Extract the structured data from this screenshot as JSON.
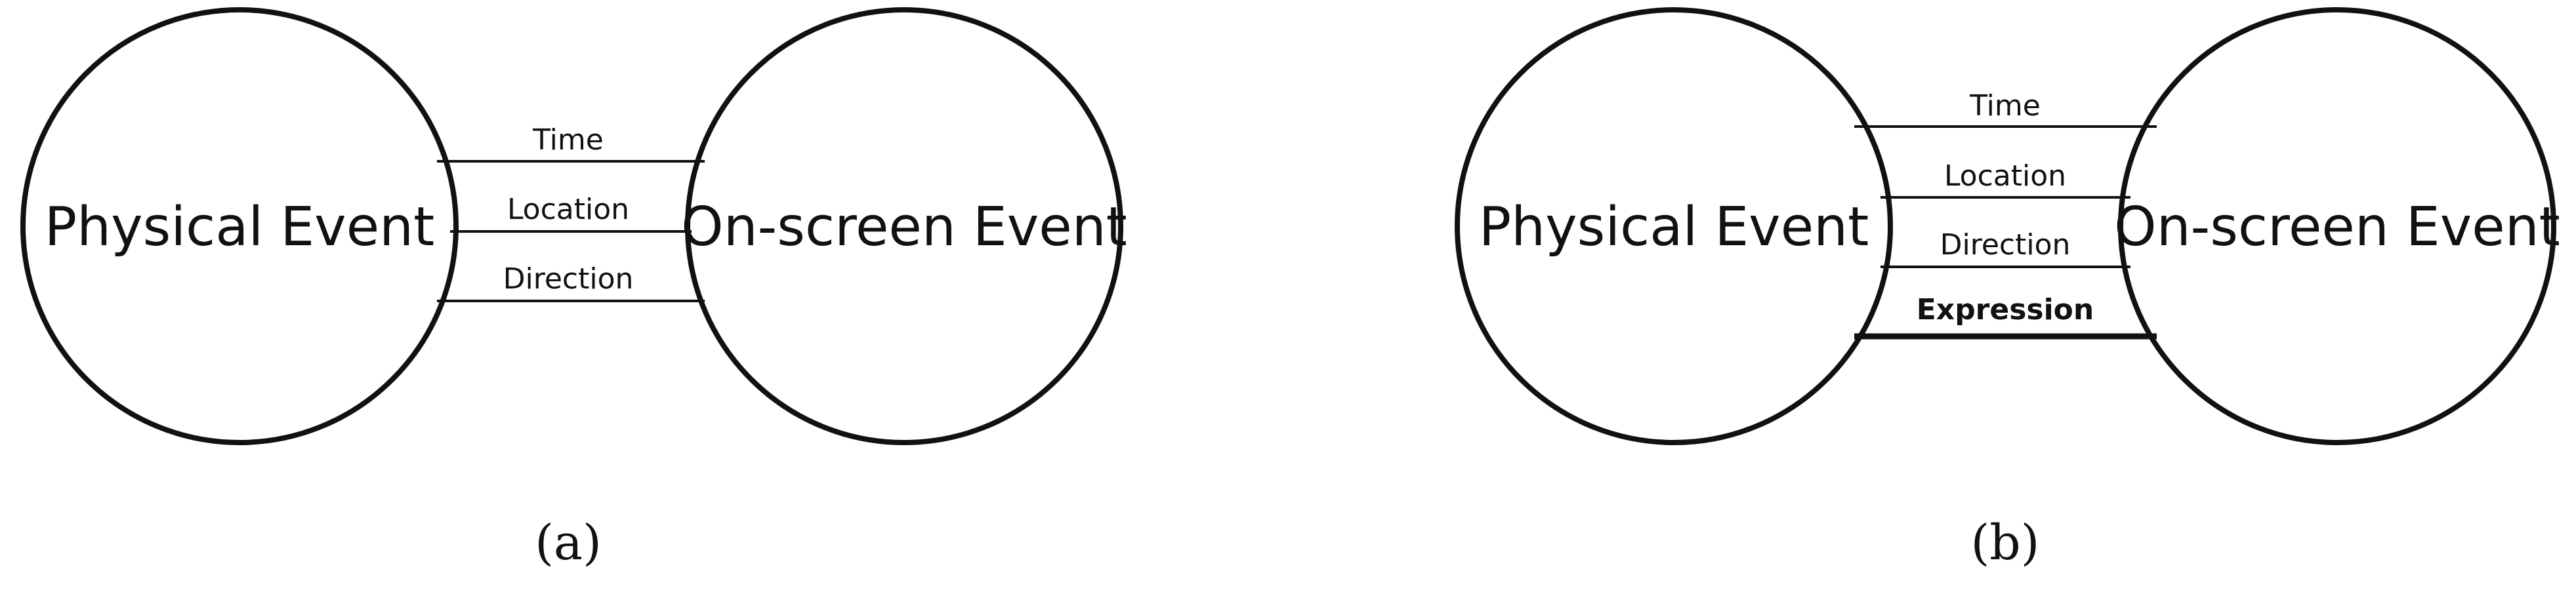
{
  "panel_a": {
    "left_node": "Physical Event",
    "right_node": "On-screen Event",
    "links": [
      "Time",
      "Location",
      "Direction"
    ],
    "caption": "(a)"
  },
  "panel_b": {
    "left_node": "Physical Event",
    "right_node": "On-screen Event",
    "links": [
      "Time",
      "Location",
      "Direction",
      "Expression"
    ],
    "caption": "(b)"
  }
}
